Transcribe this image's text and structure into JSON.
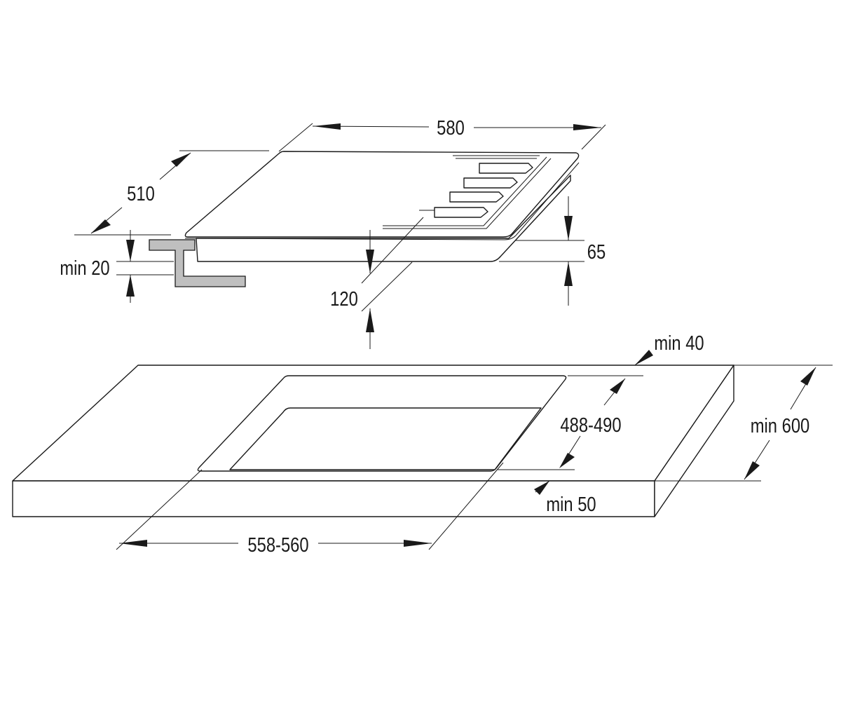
{
  "hob": {
    "width_label": "580",
    "depth_label": "510",
    "height_label": "65",
    "clearance_label": "120",
    "support_label": "min 20"
  },
  "worktop": {
    "back_clearance_label": "min 40",
    "cutout_depth_label": "488-490",
    "worktop_depth_label": "min 600",
    "front_clearance_label": "min 50",
    "cutout_width_label": "558-560"
  }
}
